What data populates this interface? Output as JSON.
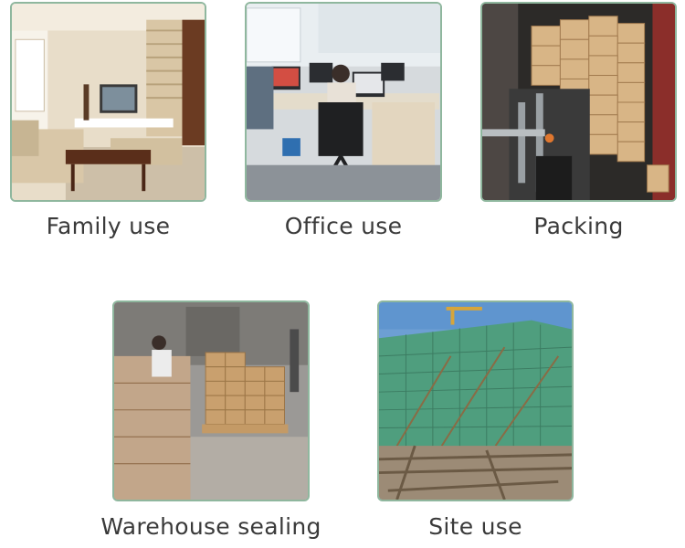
{
  "tiles": [
    {
      "caption": "Family use",
      "image": "living-room-photo"
    },
    {
      "caption": "Office use",
      "image": "office-workstations-photo"
    },
    {
      "caption": "Packing",
      "image": "forklift-cartons-photo"
    },
    {
      "caption": "Warehouse sealing",
      "image": "pallet-wrapped-boxes-photo"
    },
    {
      "caption": "Site use",
      "image": "construction-netting-photo"
    }
  ],
  "colors": {
    "frame": "#8fb79e",
    "caption": "#3a3a3a"
  }
}
